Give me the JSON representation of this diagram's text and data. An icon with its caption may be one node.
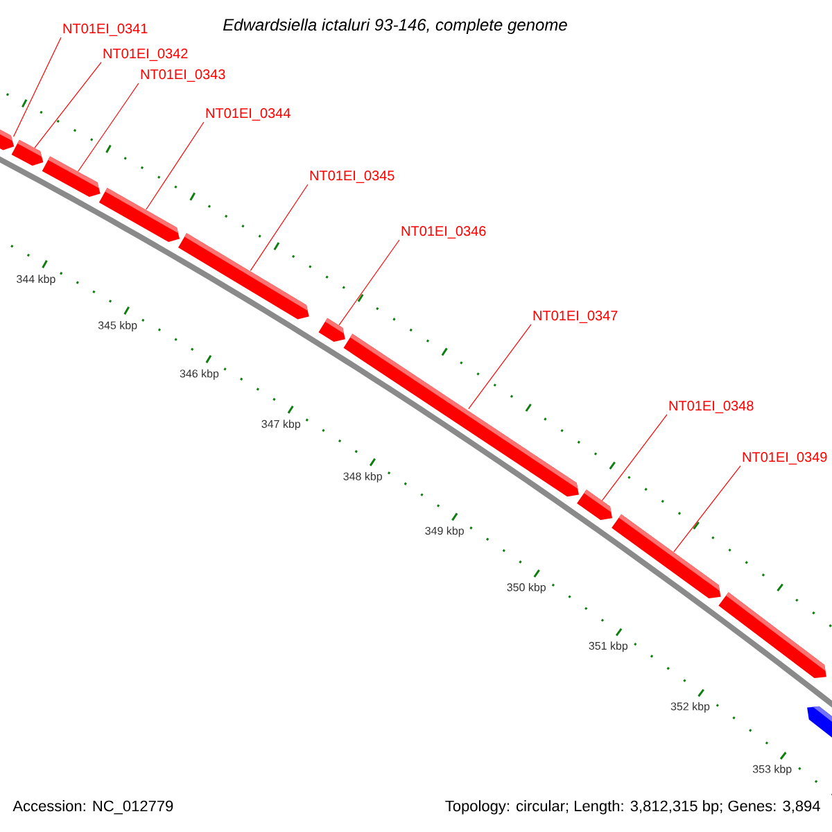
{
  "diagram": {
    "title": "Edwardsiella ictaluri 93-146, complete genome",
    "nodes": [
      {
        "text": [
          "NT01EI_0341"
        ]
      },
      {
        "text": [
          "NT01EI_0342"
        ]
      },
      {
        "text": [
          "NT01EI_0343"
        ]
      },
      {
        "text": [
          "NT01EI_0344"
        ]
      },
      {
        "text": [
          "NT01EI_0345"
        ]
      },
      {
        "text": [
          "NT01EI_0346"
        ]
      },
      {
        "text": [
          "NT01EI_0347"
        ]
      },
      {
        "text": [
          "NT01EI_0348"
        ]
      },
      {
        "text": [
          "NT01EI_0349"
        ]
      },
      {
        "text": [],
        "shape": "bar"
      },
      {
        "text": [],
        "shape": "bar"
      },
      {
        "text": [],
        "shape": "bar"
      },
      {
        "text": [],
        "shape": "bar"
      },
      {
        "text": [],
        "shape": "bar"
      },
      {
        "text": [],
        "shape": "bar"
      },
      {
        "text": [],
        "shape": "bar"
      },
      {
        "text": [],
        "shape": "bar"
      },
      {
        "text": [],
        "shape": "bar"
      },
      {
        "text": [],
        "shape": "bar"
      },
      {
        "text": [],
        "shape": "bar"
      }
    ],
    "edges": [
      {
        "from": 0,
        "to": 9,
        "arrow": "none"
      },
      {
        "from": 1,
        "to": 10,
        "arrow": "none"
      },
      {
        "from": 2,
        "to": 11,
        "arrow": "none"
      },
      {
        "from": 3,
        "to": 12,
        "arrow": "none"
      },
      {
        "from": 4,
        "to": 13,
        "arrow": "none"
      },
      {
        "from": 5,
        "to": 14,
        "arrow": "none"
      },
      {
        "from": 6,
        "to": 15,
        "arrow": "none"
      },
      {
        "from": 7,
        "to": 16,
        "arrow": "none"
      },
      {
        "from": 8,
        "to": 17,
        "arrow": "none"
      }
    ],
    "labels": [
      "344 kbp",
      "345 kbp",
      "346 kbp",
      "347 kbp",
      "348 kbp",
      "349 kbp",
      "350 kbp",
      "351 kbp",
      "352 kbp",
      "353 kbp",
      "Accession: NC_012779",
      "Topology: circular; Length: 3,812,315 bp; Genes: 3,894"
    ]
  }
}
